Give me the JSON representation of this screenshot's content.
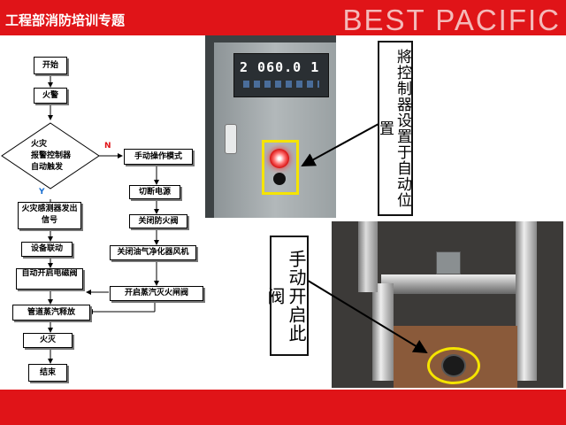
{
  "header": {
    "title": "工程部消防培训专题",
    "brand": "BEST PACIFIC"
  },
  "flowchart": {
    "start": "开始",
    "fire_alarm": "火警",
    "decision": [
      "火灾",
      "报警控制器",
      "自动触发"
    ],
    "label_no": "N",
    "label_yes": "Y",
    "yes_steps": [
      "火灾感测器发出信号",
      "设备联动",
      "自动开启电磁阀",
      "管道蒸汽释放",
      "火灭",
      "结束"
    ],
    "no_steps": [
      "手动操作模式",
      "切断电源",
      "关闭防火阀",
      "关闭油气净化器风机",
      "开启蒸汽灭火闸阀"
    ]
  },
  "panel_photo": {
    "display_reading": "2 060.0 1"
  },
  "callouts": {
    "controller": "將控制器设置于自动位置",
    "valve": "手动开启此阀"
  },
  "colors": {
    "accent": "#e01418",
    "highlight": "#f5e400"
  }
}
